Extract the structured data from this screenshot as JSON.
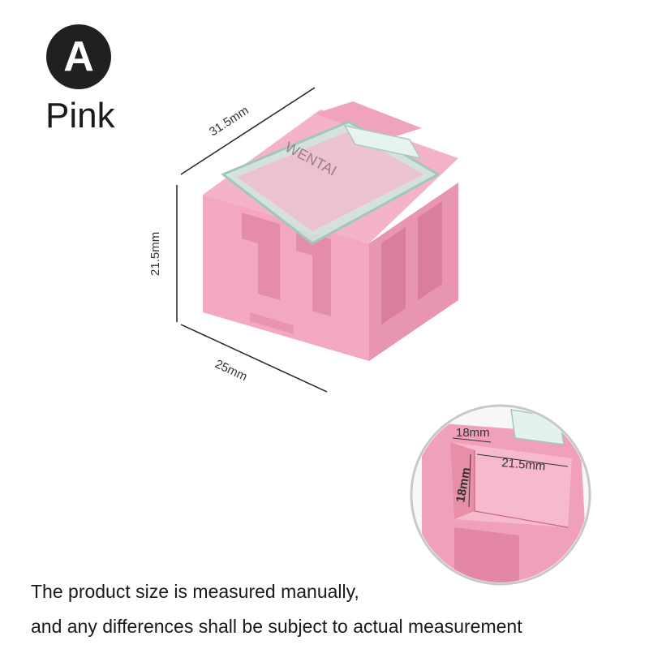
{
  "variant": {
    "letter": "A",
    "color_name": "Pink"
  },
  "dimensions": {
    "length": "31.5mm",
    "height": "21.5mm",
    "width": "25mm"
  },
  "lid_brand": "WENTAI",
  "inset": {
    "inner_depth": "18mm",
    "inner_height": "18mm",
    "inner_length": "21.5mm"
  },
  "note": {
    "line1": "The product size is measured manually,",
    "line2": "and any differences shall be subject to actual measurement"
  },
  "colors": {
    "box_pink": "#f3a7c0",
    "box_shadow": "#de8aa6",
    "lid": "#d9efe8",
    "badge": "#202020"
  }
}
